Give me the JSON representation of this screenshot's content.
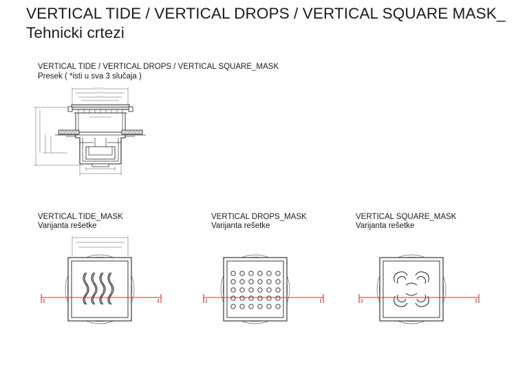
{
  "header": {
    "title": "VERTICAL TIDE / VERTICAL DROPS  / VERTICAL SQUARE MASK_ Tehnicki crtezi"
  },
  "section": {
    "title": "VERTICAL TIDE / VERTICAL DROPS / VERTICAL SQUARE_MASK",
    "subtitle": "Presek ( *isti u sva 3 slučaja )"
  },
  "variants": [
    {
      "title": "VERTICAL TIDE_MASK",
      "subtitle": "Varijanta rešetke"
    },
    {
      "title": "VERTICAL DROPS_MASK",
      "subtitle": "Varijanta rešetke"
    },
    {
      "title": "VERTICAL SQUARE_MASK",
      "subtitle": "Varijanta rešetke"
    }
  ]
}
